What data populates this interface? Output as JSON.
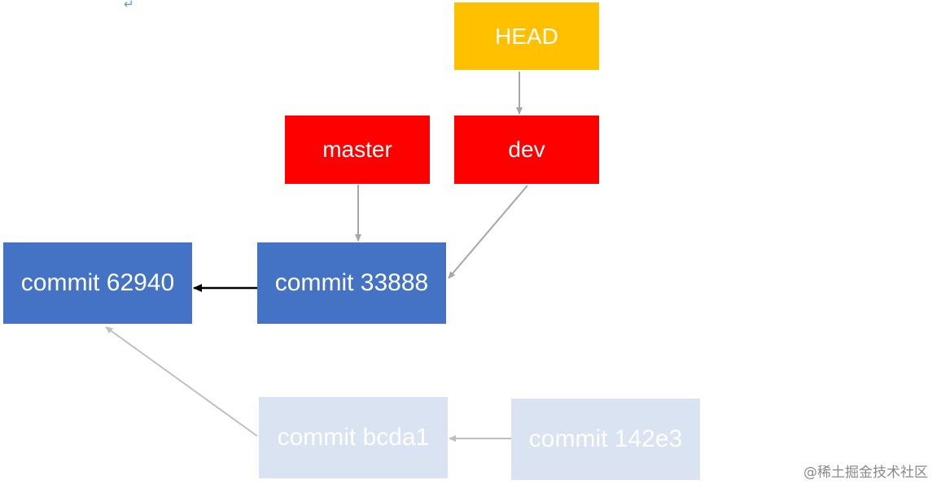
{
  "diagram": {
    "nodes": {
      "head": {
        "label": "HEAD",
        "color": "#FFC000"
      },
      "master": {
        "label": "master",
        "color": "#FF0000"
      },
      "dev": {
        "label": "dev",
        "color": "#FF0000"
      },
      "c62940": {
        "label": "commit 62940",
        "color": "#4472C4"
      },
      "c33888": {
        "label": "commit 33888",
        "color": "#4472C4"
      },
      "cbcda1": {
        "label": "commit bcda1",
        "color": "#DAE3F2"
      },
      "c142e3": {
        "label": "commit 142e3",
        "color": "#DAE3F2"
      }
    },
    "edges": [
      {
        "from": "head",
        "to": "dev"
      },
      {
        "from": "master",
        "to": "c33888"
      },
      {
        "from": "dev",
        "to": "c33888"
      },
      {
        "from": "c33888",
        "to": "c62940"
      },
      {
        "from": "cbcda1",
        "to": "c62940"
      },
      {
        "from": "c142e3",
        "to": "cbcda1"
      }
    ]
  },
  "marks": {
    "return_symbol": "↵",
    "watermark": "@稀土掘金技术社区"
  }
}
